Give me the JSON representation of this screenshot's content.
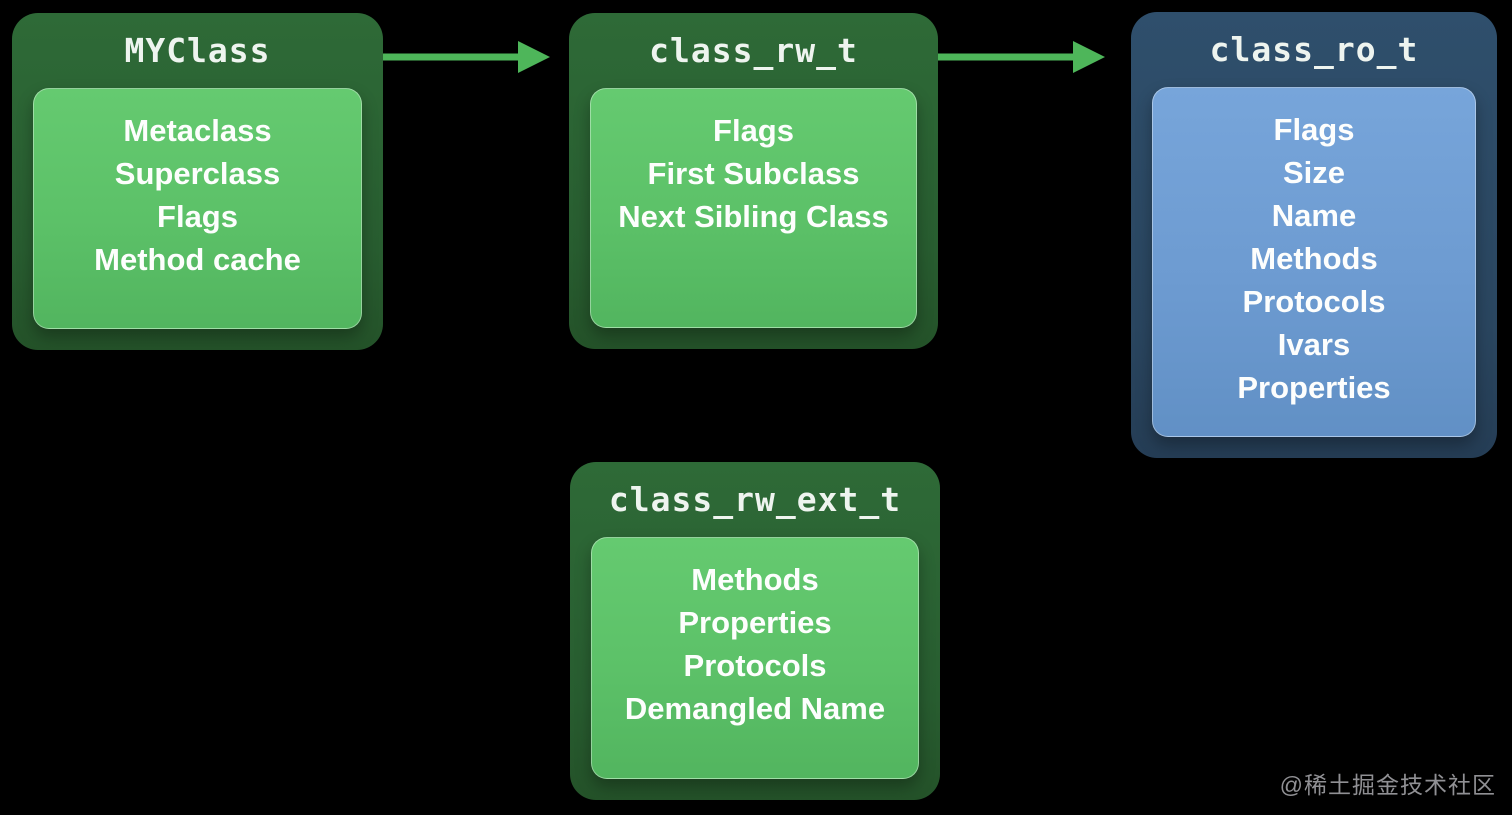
{
  "diagram": {
    "description": "Objective-C runtime class structure diagram",
    "background": "#000000"
  },
  "nodes": [
    {
      "id": "myclass",
      "title": "MYClass",
      "theme": "green",
      "fields": [
        "Metaclass",
        "Superclass",
        "Flags",
        "Method cache"
      ]
    },
    {
      "id": "class_rw_t",
      "title": "class_rw_t",
      "theme": "green",
      "fields": [
        "Flags",
        "First Subclass",
        "Next Sibling Class"
      ]
    },
    {
      "id": "class_ro_t",
      "title": "class_ro_t",
      "theme": "blue",
      "fields": [
        "Flags",
        "Size",
        "Name",
        "Methods",
        "Protocols",
        "Ivars",
        "Properties"
      ]
    },
    {
      "id": "class_rw_ext_t",
      "title": "class_rw_ext_t",
      "theme": "green",
      "fields": [
        "Methods",
        "Properties",
        "Protocols",
        "Demangled Name"
      ]
    }
  ],
  "edges": [
    {
      "from": "myclass",
      "to": "class_rw_t"
    },
    {
      "from": "class_rw_t",
      "to": "class_ro_t"
    }
  ],
  "colors": {
    "green_outer": "#2b6334",
    "green_inner": "#5cc168",
    "blue_outer": "#2c4a63",
    "blue_inner": "#6d9bd1",
    "arrow": "#4eb65a",
    "title_text": "#eef4ef",
    "field_text": "#fdfefd",
    "watermark_text": "#909094"
  },
  "watermark": {
    "text": "@稀土掘金技术社区"
  }
}
